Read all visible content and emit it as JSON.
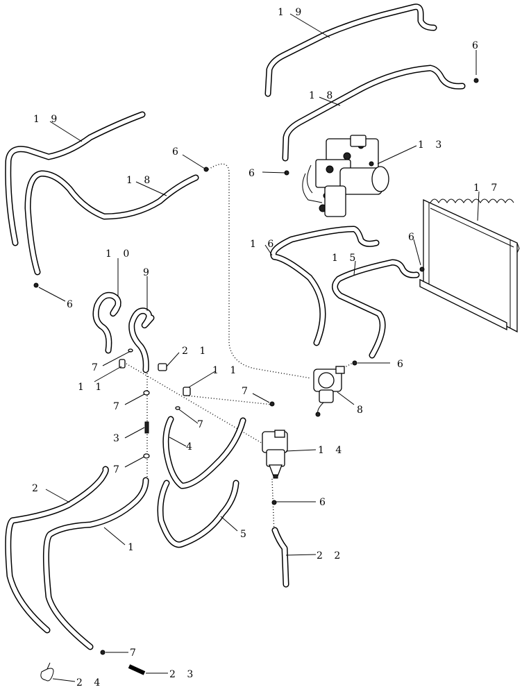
{
  "callouts": [
    {
      "id": "c19a",
      "text": "1 9"
    },
    {
      "id": "c6a",
      "text": "6"
    },
    {
      "id": "c18a",
      "text": "1 8"
    },
    {
      "id": "c13",
      "text": "1 3"
    },
    {
      "id": "c6b",
      "text": "6"
    },
    {
      "id": "c17",
      "text": "1 7"
    },
    {
      "id": "c19b",
      "text": "1 9"
    },
    {
      "id": "c6c",
      "text": "6"
    },
    {
      "id": "c18b",
      "text": "1 8"
    },
    {
      "id": "c16",
      "text": "1 6"
    },
    {
      "id": "c15",
      "text": "1 5"
    },
    {
      "id": "c6d",
      "text": "6"
    },
    {
      "id": "c10",
      "text": "1 0"
    },
    {
      "id": "c9",
      "text": "9"
    },
    {
      "id": "c6e",
      "text": "6"
    },
    {
      "id": "c21",
      "text": "2 1"
    },
    {
      "id": "c7a",
      "text": "7"
    },
    {
      "id": "c11a",
      "text": "1 1"
    },
    {
      "id": "c11b",
      "text": "1 1"
    },
    {
      "id": "c6f",
      "text": "6"
    },
    {
      "id": "c7b",
      "text": "7"
    },
    {
      "id": "c7c",
      "text": "7"
    },
    {
      "id": "c8",
      "text": "8"
    },
    {
      "id": "c7d",
      "text": "7"
    },
    {
      "id": "c3",
      "text": "3"
    },
    {
      "id": "c4",
      "text": "4"
    },
    {
      "id": "c14",
      "text": "1 4"
    },
    {
      "id": "c7e",
      "text": "7"
    },
    {
      "id": "c2",
      "text": "2"
    },
    {
      "id": "c6g",
      "text": "6"
    },
    {
      "id": "c1",
      "text": "1"
    },
    {
      "id": "c5",
      "text": "5"
    },
    {
      "id": "c22",
      "text": "2 2"
    },
    {
      "id": "c7f",
      "text": "7"
    },
    {
      "id": "c24",
      "text": "2 4"
    },
    {
      "id": "c23",
      "text": "2 3"
    }
  ]
}
